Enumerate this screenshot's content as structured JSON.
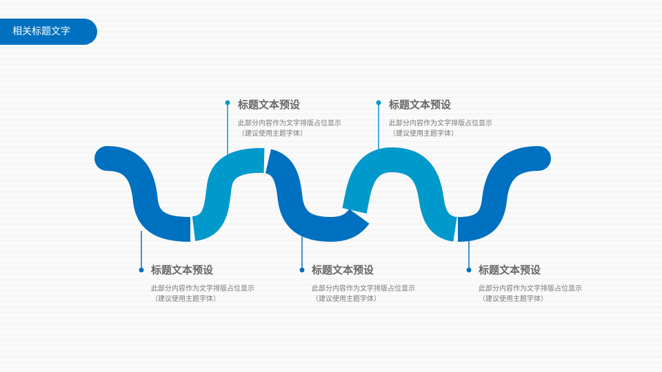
{
  "header": {
    "title": "相关标题文字"
  },
  "colors": {
    "dark": "#0070c0",
    "light": "#0099cc"
  },
  "items": [
    {
      "title": "标题文本预设",
      "desc1": "此部分内容作为文字排版占位显示",
      "desc2": "（建议使用主题字体）"
    },
    {
      "title": "标题文本预设",
      "desc1": "此部分内容作为文字排版占位显示",
      "desc2": "（建议使用主题字体）"
    },
    {
      "title": "标题文本预设",
      "desc1": "此部分内容作为文字排版占位显示",
      "desc2": "（建议使用主题字体）"
    },
    {
      "title": "标题文本预设",
      "desc1": "此部分内容作为文字排版占位显示",
      "desc2": "（建议使用主题字体）"
    },
    {
      "title": "标题文本预设",
      "desc1": "此部分内容作为文字排版占位显示",
      "desc2": "（建议使用主题字体）"
    }
  ]
}
